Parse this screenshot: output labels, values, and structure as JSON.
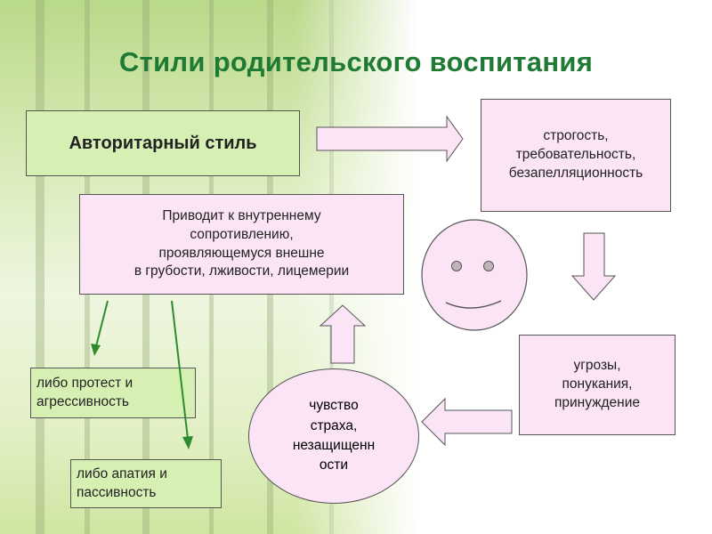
{
  "title": "Стили родительского воспитания",
  "boxes": {
    "style": "Авторитарный стиль",
    "traits": "строгость,\nтребовательность,\nбезапелляционность",
    "consequence": "Приводит к внутреннему\nсопротивлению,\nпроявляющемуся внешне\nв грубости, лживости, лицемерии",
    "threats": "угрозы,\nпонукания,\nпринуждение",
    "fear": "чувство\nстраха,\nнезащищенн\nости",
    "protest": "либо протест и\nагрессивность",
    "apathy": "либо апатия и\nпассивность"
  },
  "colors": {
    "title": "#1f7a34",
    "green_box": "#d6f0b4",
    "pink_box": "#fbe4f5",
    "face_fill": "#fbe4f5",
    "arrow_green": "#2e8b2e"
  }
}
